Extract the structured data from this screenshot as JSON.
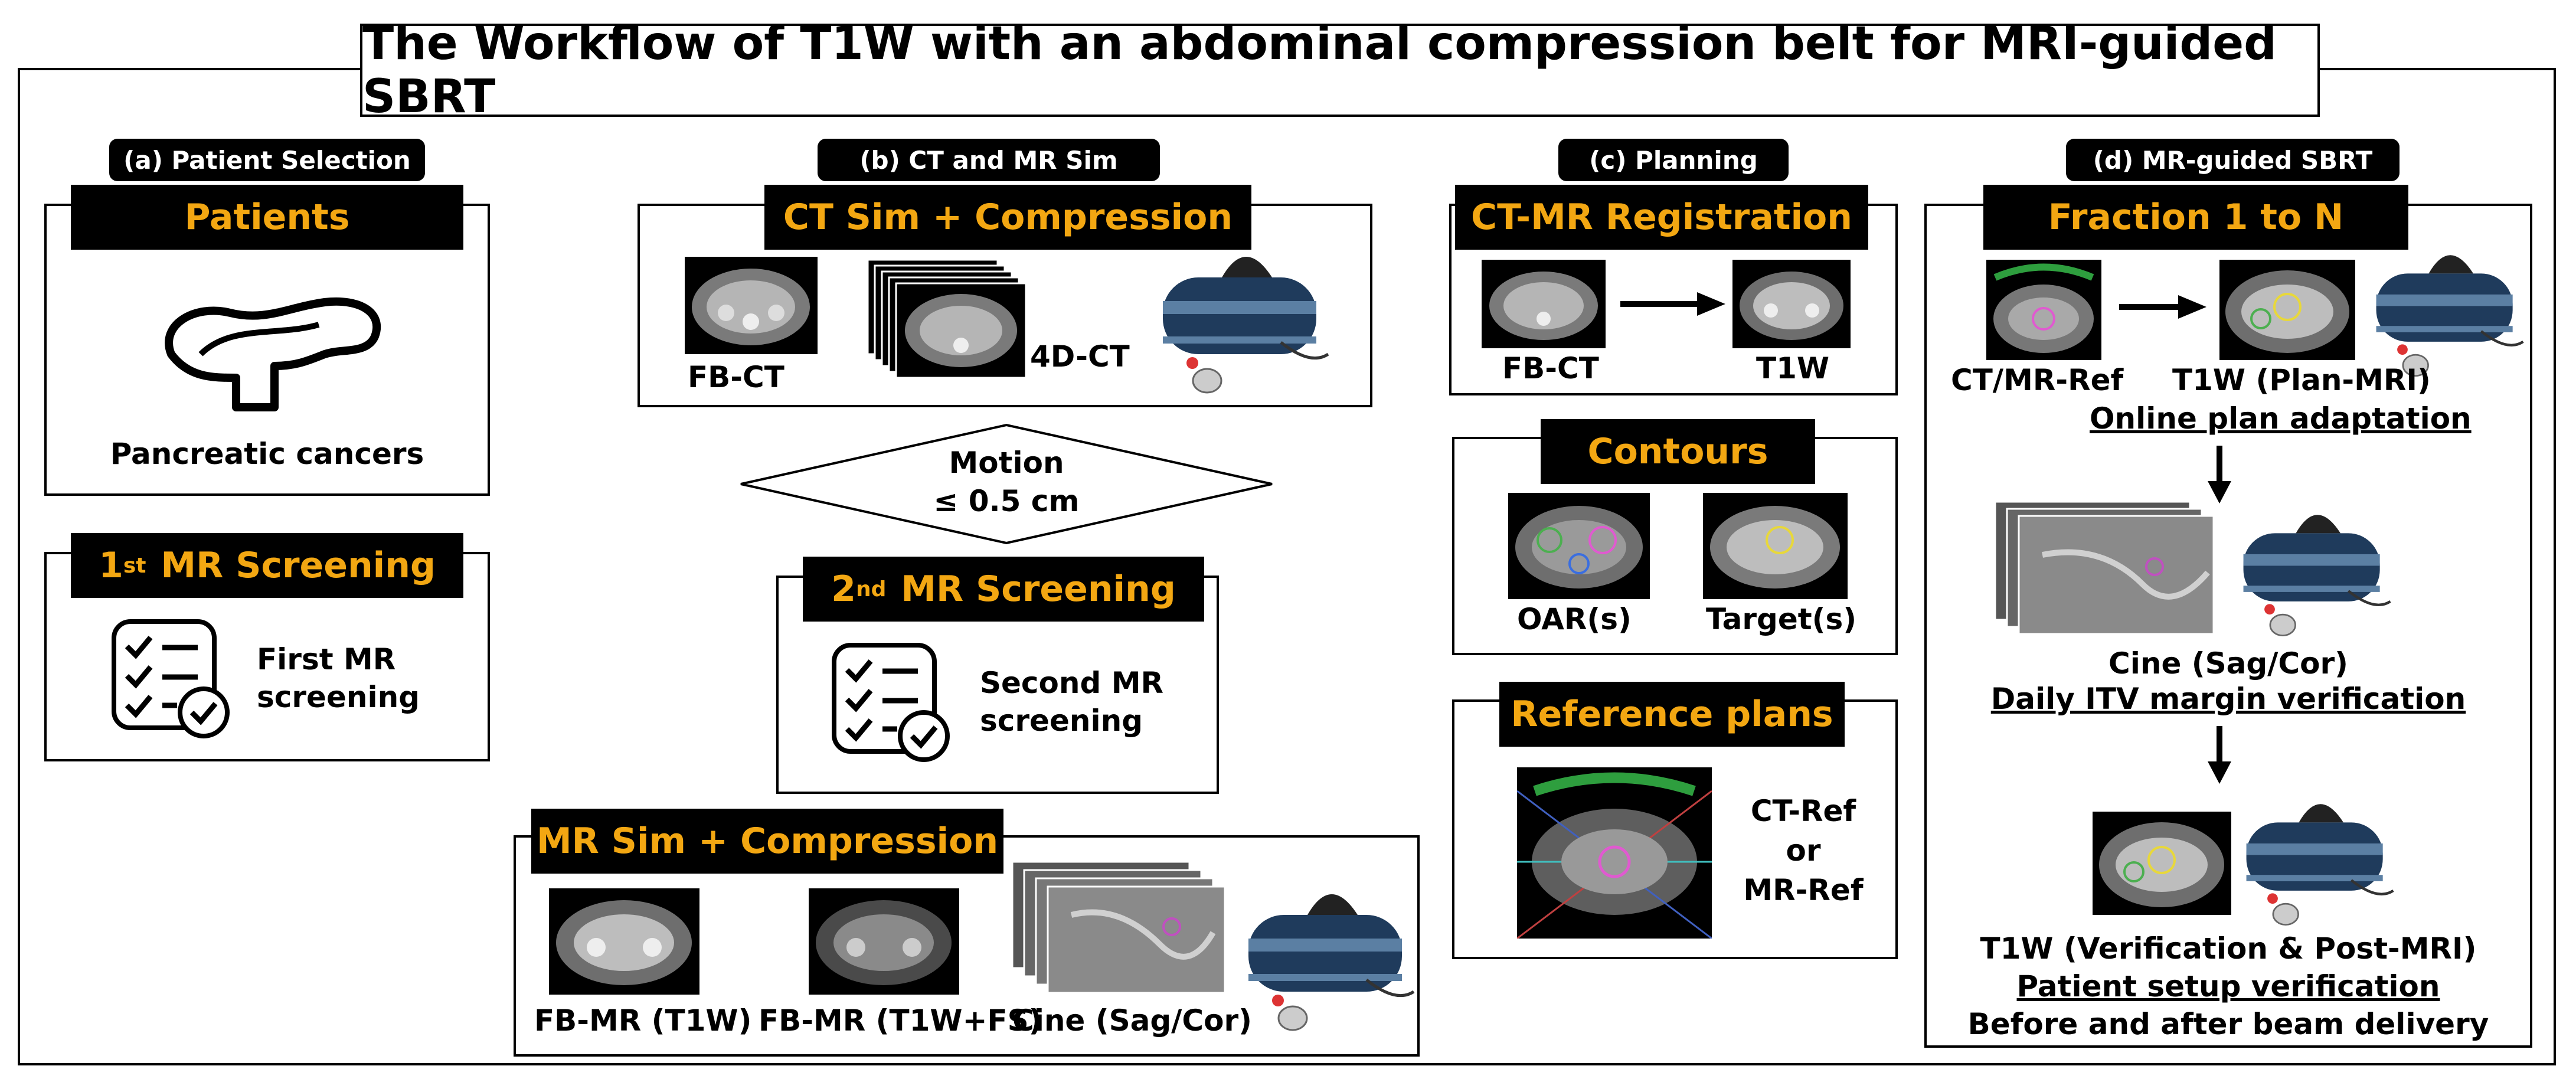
{
  "title": "The Workflow of T1W with an abdominal compression belt for MRI-guided SBRT",
  "sections": {
    "a": {
      "label": "(a) Patient Selection",
      "patients": {
        "header": "Patients",
        "caption": "Pancreatic cancers"
      },
      "screening": {
        "header_sup": "st",
        "header_num": "1",
        "header_text": "MR Screening",
        "line1": "First MR",
        "line2": "screening"
      }
    },
    "b": {
      "label": "(b) CT and MR Sim",
      "ctsim": {
        "header": "CT Sim + Compression",
        "fbct": "FB-CT",
        "fourdct": "4D-CT"
      },
      "motion": {
        "line1": "Motion",
        "line2": "≤ 0.5 cm"
      },
      "screening2": {
        "header_num": "2",
        "header_sup": "nd",
        "header_text": "MR Screening",
        "line1": "Second MR",
        "line2": "screening"
      },
      "mrsim": {
        "header": "MR Sim + Compression",
        "fbmr": "FB-MR (T1W)",
        "fbmrfs": "FB-MR (T1W+FS)",
        "cine": "Cine (Sag/Cor)"
      }
    },
    "c": {
      "label": "(c) Planning",
      "reg": {
        "header": "CT-MR Registration",
        "fbct": "FB-CT",
        "t1w": "T1W"
      },
      "contours": {
        "header": "Contours",
        "oar": "OAR(s)",
        "target": "Target(s)"
      },
      "refplans": {
        "header": "Reference plans",
        "line1": "CT-Ref",
        "line2": "or",
        "line3": "MR-Ref"
      }
    },
    "d": {
      "label": "(d) MR-guided SBRT",
      "header": "Fraction 1 to N",
      "ctmrref": "CT/MR-Ref",
      "t1wplan": "T1W (Plan-MRI)",
      "online": "Online plan adaptation",
      "cine": "Cine (Sag/Cor)",
      "itv": "Daily ITV margin verification",
      "t1wver": "T1W (Verification & Post-MRI)",
      "setup": "Patient setup verification",
      "beam": "Before and after beam delivery"
    }
  },
  "colors": {
    "header_text": "#f3a712",
    "header_bg": "#000000",
    "belt": "#1f3b5c"
  }
}
